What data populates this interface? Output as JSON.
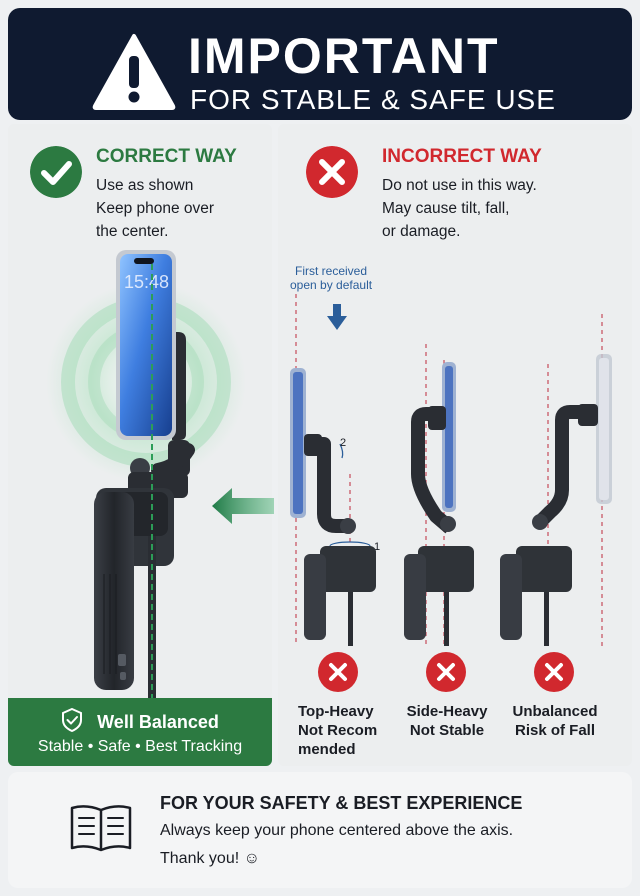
{
  "header": {
    "title": "IMPORTANT",
    "subtitle": "FOR STABLE & SAFE USE",
    "icon": "warning-triangle-icon"
  },
  "correct": {
    "heading": "CORRECT WAY",
    "lines": [
      "Use as shown",
      "Keep phone over",
      "the center."
    ],
    "phone_time": "15:48",
    "balanced_title": "Well Balanced",
    "balanced_subtitle": "Stable • Safe • Best Tracking",
    "colors": {
      "accent": "#2c7a41",
      "glow": "#8fd1a6"
    }
  },
  "incorrect": {
    "heading": "INCORRECT WAY",
    "lines": [
      "Do not use in this way.",
      "May cause tilt, fall,",
      "or damage."
    ],
    "first_received": [
      "First received",
      "open by default"
    ],
    "step_labels": [
      "2",
      "1"
    ],
    "cases": [
      {
        "lines": [
          "Top-Heavy",
          "Not Recom",
          "mended"
        ]
      },
      {
        "lines": [
          "Side-Heavy",
          "Not Stable"
        ]
      },
      {
        "lines": [
          "Unbalanced",
          "Risk of Fall"
        ]
      }
    ],
    "colors": {
      "accent": "#d1282e",
      "dashed": "#c64b5a",
      "arrow": "#2b5e9a"
    }
  },
  "footer": {
    "title": "FOR YOUR SAFETY & BEST EXPERIENCE",
    "line1": "Always keep your phone centered above the axis.",
    "line2": "Thank you! ☺",
    "icon": "open-book-icon"
  }
}
